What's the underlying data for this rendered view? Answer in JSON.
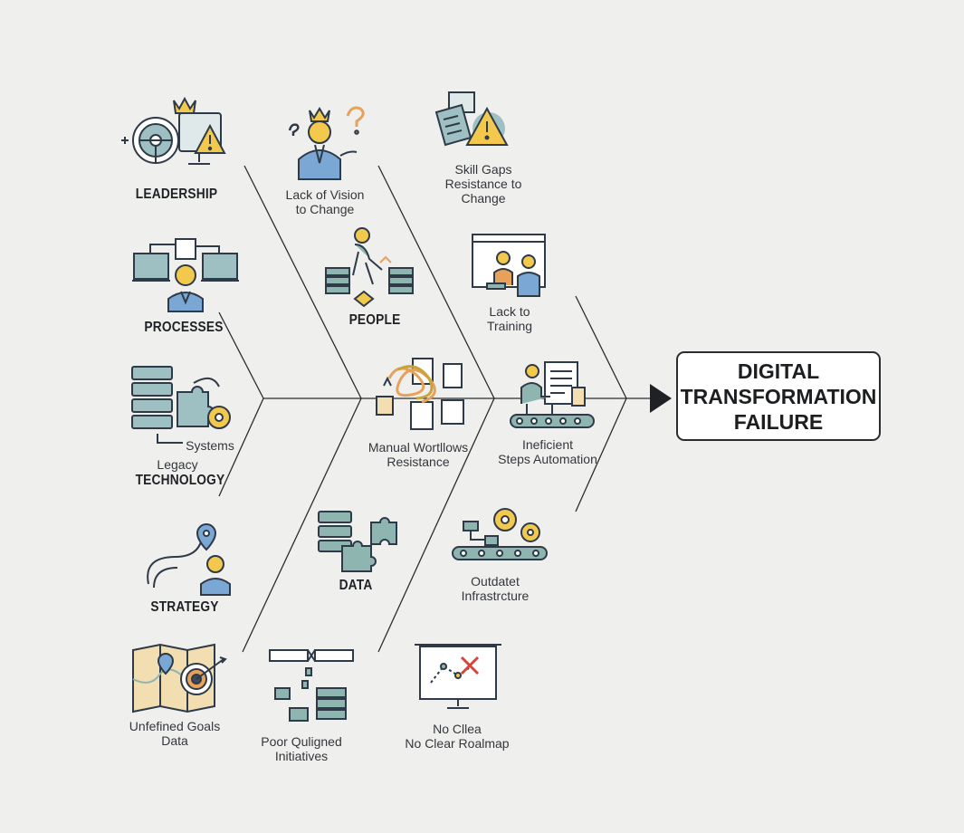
{
  "effect": {
    "text": "DIGITAL\nTRANSFORMATION\nFAILURE"
  },
  "categories": {
    "leadership": "LEADERSHIP",
    "processes": "PROCESSES",
    "technology_pre": "Legacy",
    "technology": "TECHNOLOGY",
    "technology_sub": "Systems",
    "strategy": "STRATEGY",
    "people": "PEOPLE",
    "data": "DATA"
  },
  "causes": {
    "lack_vision": "Lack of Vision\nto Change",
    "skill_gaps": "Skill Gaps\nResistance to\nChange",
    "lack_training": "Lack to\nTraining",
    "manual_workflows": "Manual Wortllows\nResistance",
    "inefficient_steps": "Ineficient\nSteps Automation",
    "outdated_infra": "Outdatet\nInfrastrcture",
    "undefined_goals": "Unfefined Goals\nData",
    "poor_aligned": "Poor Quligned\nInitiatives",
    "no_clear_roadmap": "No Cllea\nNo Clear Roalmap"
  },
  "colors": {
    "teal": "#8fb5b0",
    "navy": "#3c4a5c",
    "yellow": "#f2c94c",
    "blue": "#7aa7d4",
    "orange": "#e8a15a",
    "line": "#2b2d30"
  }
}
